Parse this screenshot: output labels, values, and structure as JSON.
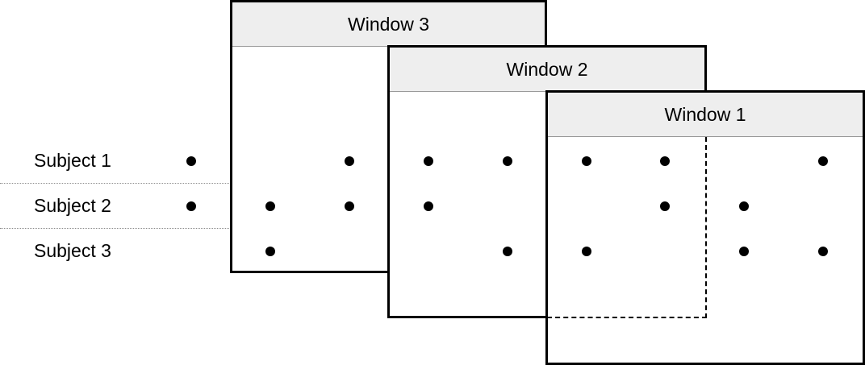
{
  "subjects": [
    "Subject 1",
    "Subject 2",
    "Subject 3"
  ],
  "windows": {
    "window1": "Window 1",
    "window2": "Window 2",
    "window3": "Window 3"
  },
  "events": [
    {
      "subject": 1,
      "slot": 1
    },
    {
      "subject": 1,
      "slot": 3
    },
    {
      "subject": 1,
      "slot": 4
    },
    {
      "subject": 1,
      "slot": 5
    },
    {
      "subject": 1,
      "slot": 6
    },
    {
      "subject": 1,
      "slot": 7
    },
    {
      "subject": 1,
      "slot": 9
    },
    {
      "subject": 2,
      "slot": 1
    },
    {
      "subject": 2,
      "slot": 2
    },
    {
      "subject": 2,
      "slot": 3
    },
    {
      "subject": 2,
      "slot": 4
    },
    {
      "subject": 2,
      "slot": 7
    },
    {
      "subject": 2,
      "slot": 8
    },
    {
      "subject": 3,
      "slot": 2
    },
    {
      "subject": 3,
      "slot": 5
    },
    {
      "subject": 3,
      "slot": 6
    },
    {
      "subject": 3,
      "slot": 8
    },
    {
      "subject": 3,
      "slot": 9
    }
  ],
  "colors": {
    "header": "#eeeeee",
    "border": "#000000",
    "separator": "#8c8c8c"
  }
}
